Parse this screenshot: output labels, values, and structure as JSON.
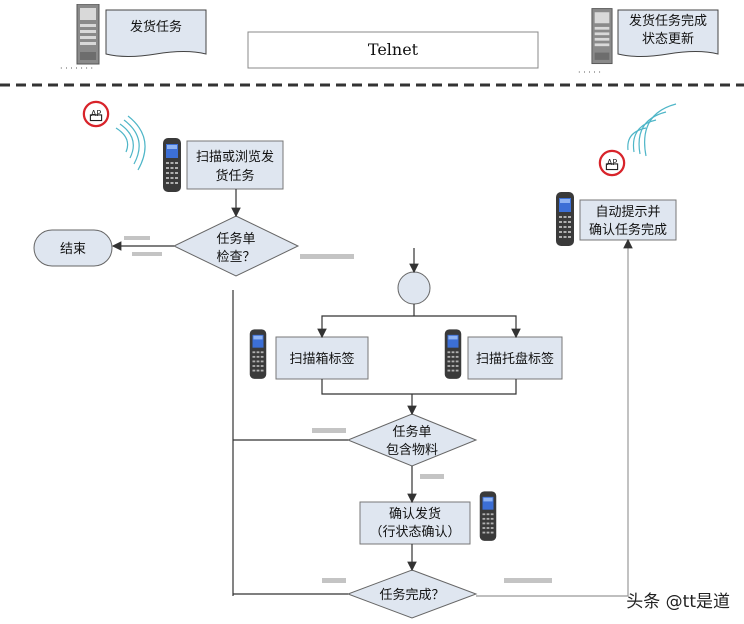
{
  "top": {
    "left_doc": "发货任务",
    "telnet": "Telnet",
    "right_doc_line1": "发货任务完成",
    "right_doc_line2": "状态更新"
  },
  "flow": {
    "scan_browse_line1": "扫描或浏览发",
    "scan_browse_line2": "货任务",
    "task_check_line1": "任务单",
    "task_check_line2": "检查？",
    "end": "结束",
    "scan_box": "扫描箱标签",
    "scan_pallet": "扫描托盘标签",
    "contains_line1": "任务单",
    "contains_line2": "包含物料",
    "confirm_line1": "确认发货",
    "confirm_line2": "（行状态确认）",
    "done": "任务完成？",
    "auto_line1": "自动提示并",
    "auto_line2": "确认任务完成",
    "ap": "AP"
  },
  "watermark": "头条 @tt是道",
  "colors": {
    "box_fill": "#dfe6f0",
    "line": "#333333",
    "ap_ring": "#d8232a",
    "wave": "#4fb6c8"
  }
}
